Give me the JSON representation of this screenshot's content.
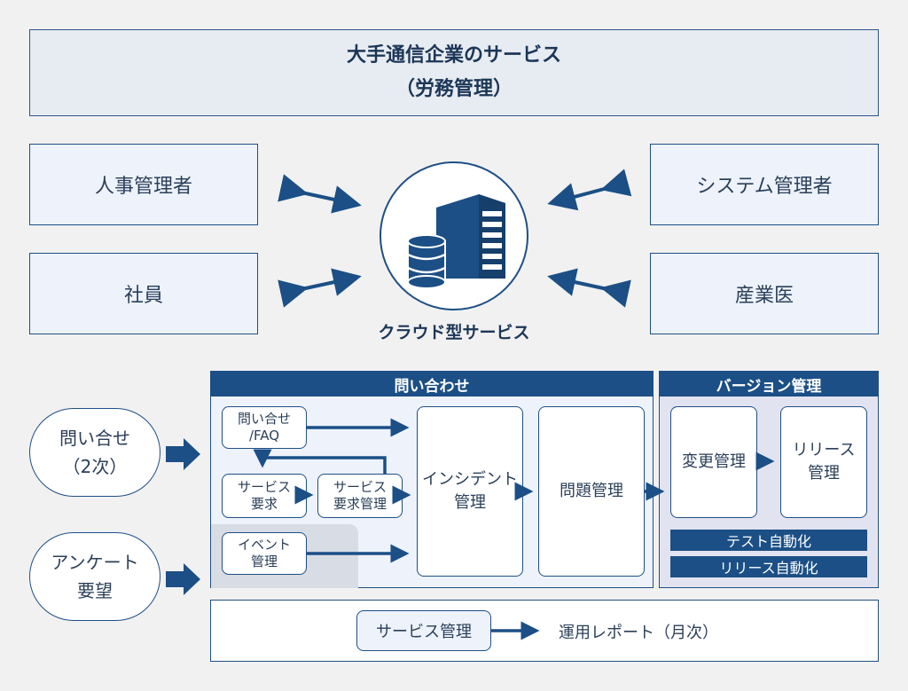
{
  "title": {
    "line1": "大手通信企業のサービス",
    "line2": "（労務管理）"
  },
  "roles": {
    "hr_manager": "人事管理者",
    "employee": "社員",
    "system_admin": "システム管理者",
    "industrial_doctor": "産業医"
  },
  "cloud": {
    "label": "クラウド型サービス",
    "icon": "server-database-icon"
  },
  "inputs": {
    "inquiry": {
      "line1": "問い合せ",
      "line2": "（2次）"
    },
    "survey": {
      "line1": "アンケート",
      "line2": "要望"
    }
  },
  "inquiry_section": {
    "header": "問い合わせ",
    "faq": {
      "line1": "問い合せ",
      "line2": "/FAQ"
    },
    "service_request": {
      "line1": "サービス",
      "line2": "要求"
    },
    "service_request_mgmt": {
      "line1": "サービス",
      "line2": "要求管理"
    },
    "event_mgmt": {
      "line1": "イベント",
      "line2": "管理"
    },
    "incident_mgmt": {
      "line1": "インシデント",
      "line2": "管理"
    },
    "problem_mgmt": "問題管理"
  },
  "version_section": {
    "header": "バージョン管理",
    "change_mgmt": "変更管理",
    "release_mgmt": {
      "line1": "リリース",
      "line2": "管理"
    },
    "test_automation": "テスト自動化",
    "release_automation": "リリース自動化"
  },
  "service_row": {
    "service_mgmt": "サービス管理",
    "report": "運用レポート（月次）"
  },
  "colors": {
    "primary": "#1b4f86",
    "light_box": "#edf2fb",
    "version_bg": "#e2e3f0",
    "background": "#f1f1f1"
  }
}
